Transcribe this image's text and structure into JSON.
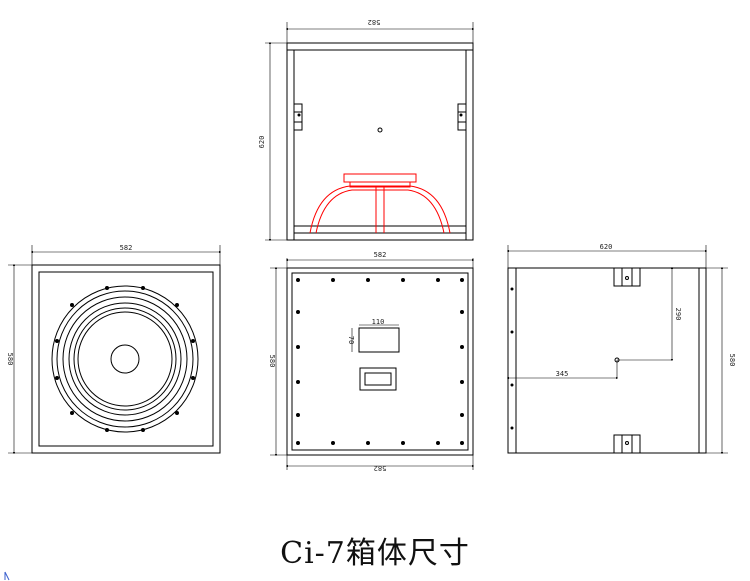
{
  "caption": "Ci-7箱体尺寸",
  "views": {
    "top_view": {
      "width_label": "582",
      "height_label": "620"
    },
    "front_view": {
      "width_label": "582",
      "height_label": "580"
    },
    "rear_view": {
      "width_top_label": "582",
      "width_bottom_label": "582",
      "height_label": "580",
      "terminal_w_label": "110",
      "terminal_h_label": "70"
    },
    "side_view": {
      "width_label": "620",
      "height_label": "580",
      "depth_offset_label": "345",
      "height_offset_label": "290"
    }
  },
  "colors": {
    "line": "#000000",
    "driver_section": "#ff0000"
  }
}
